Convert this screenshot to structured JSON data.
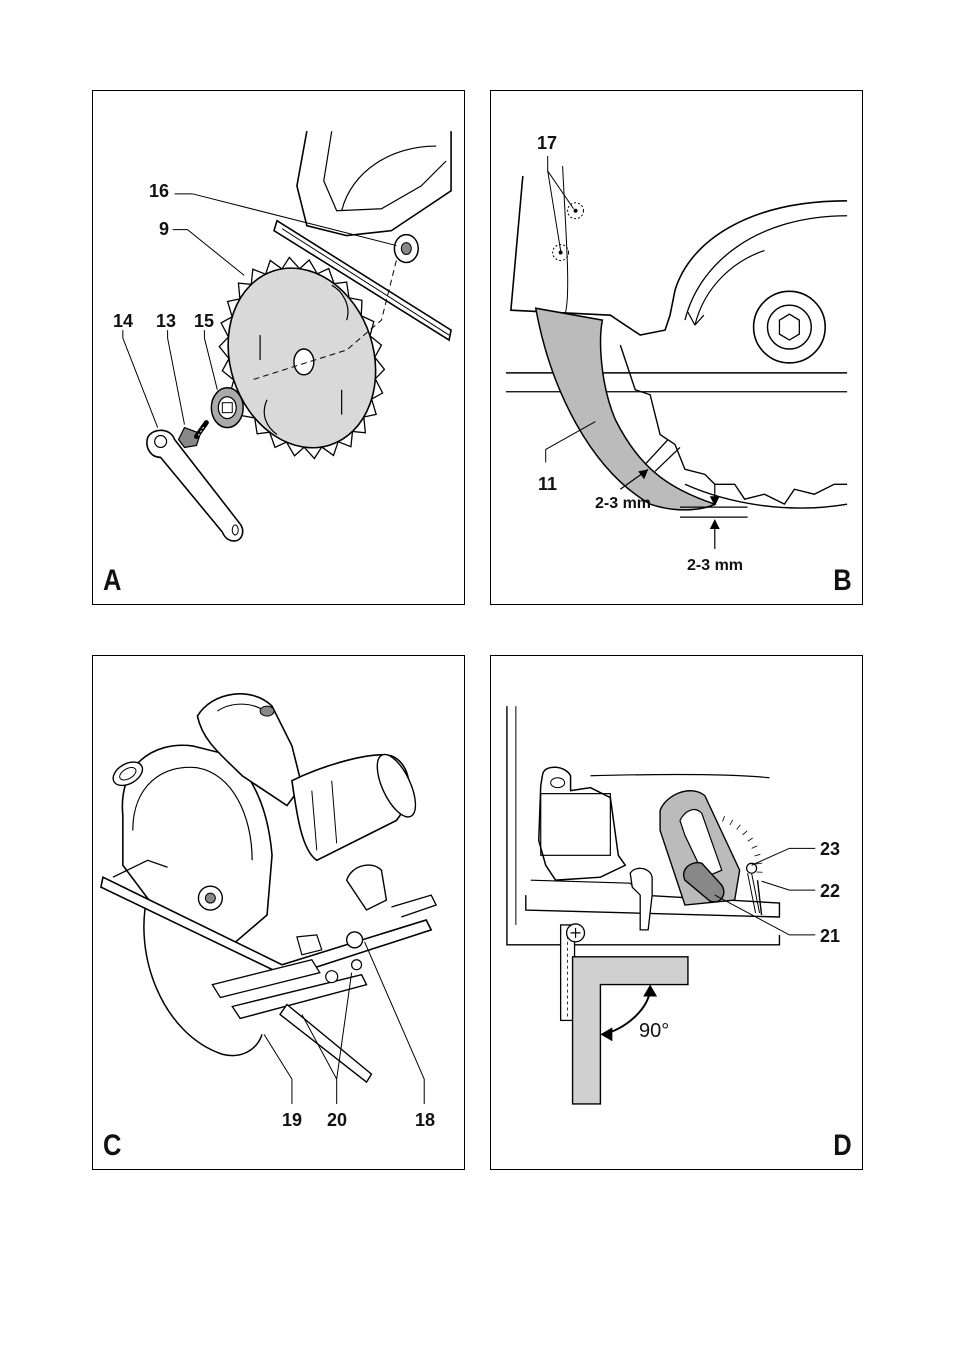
{
  "panels": {
    "a": {
      "letter": "A",
      "callouts": {
        "c16": "16",
        "c9": "9",
        "c14": "14",
        "c13": "13",
        "c15": "15"
      }
    },
    "b": {
      "letter": "B",
      "callouts": {
        "c17": "17",
        "c11": "11"
      },
      "dimensions": {
        "guard_gap": "2-3 mm",
        "bottom_gap": "2-3 mm"
      }
    },
    "c": {
      "letter": "C",
      "callouts": {
        "c19": "19",
        "c20": "20",
        "c18": "18"
      }
    },
    "d": {
      "letter": "D",
      "callouts": {
        "c23": "23",
        "c22": "22",
        "c21": "21"
      },
      "angle_label": "90°"
    }
  }
}
